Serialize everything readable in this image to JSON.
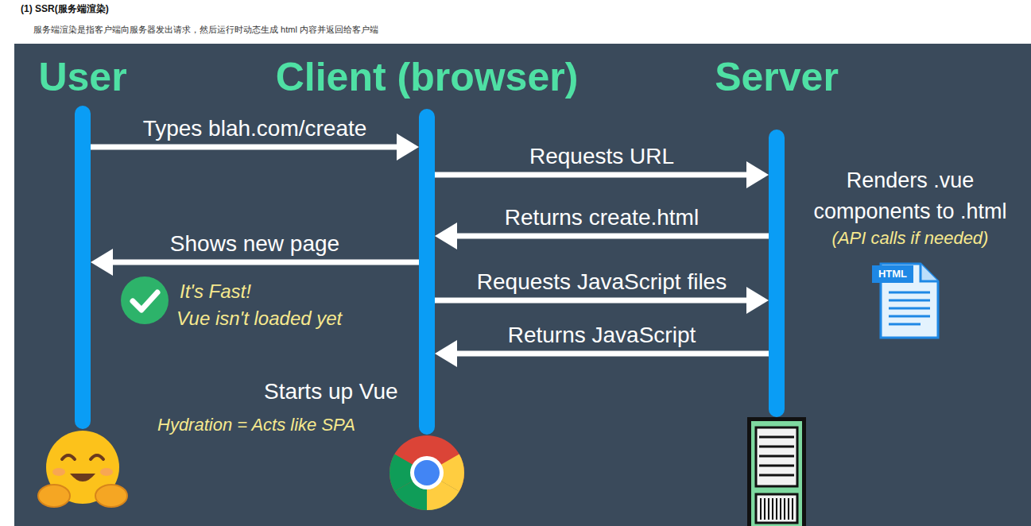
{
  "diagram": {
    "title": "(1) SSR(服务端渲染)",
    "nodes": [
      {
        "text": [
          "User"
        ]
      },
      {
        "text": [
          "Client (browser)"
        ]
      },
      {
        "text": [
          "Server"
        ]
      }
    ],
    "edges": [
      {
        "from": 0,
        "to": 1,
        "label": "Types blah.com/create",
        "arrow": "to"
      },
      {
        "from": 1,
        "to": 2,
        "label": "Requests URL",
        "arrow": "to"
      },
      {
        "from": 2,
        "to": 1,
        "label": "Returns create.html",
        "arrow": "to"
      },
      {
        "from": 1,
        "to": 0,
        "label": "Shows new page",
        "arrow": "to"
      },
      {
        "from": 1,
        "to": 2,
        "label": "Requests JavaScript files",
        "arrow": "to"
      },
      {
        "from": 2,
        "to": 1,
        "label": "Returns JavaScript",
        "arrow": "to"
      }
    ],
    "labels": [
      "服务端渲染是指客户端向服务器发出请求，然后运行时动态生成 html 内容并返回给客户端",
      "Renders .vue components to .html",
      "(API calls if needed)",
      "HTML",
      "It's Fast!",
      "Vue isn't loaded yet",
      "Starts up Vue",
      "Hydration = Acts like SPA"
    ]
  }
}
